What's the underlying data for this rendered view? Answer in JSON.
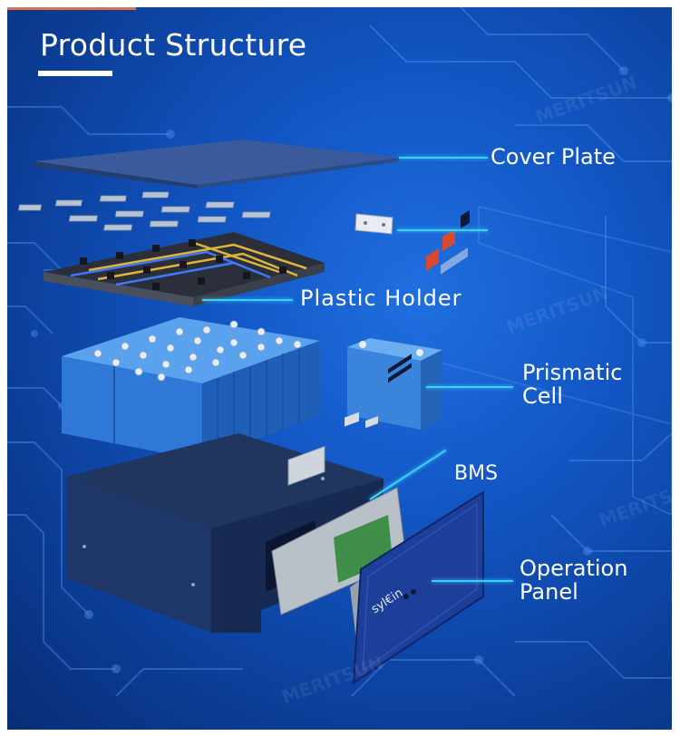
{
  "title": "Product Structure",
  "colors": {
    "background": "#1256c4",
    "leader_line": "#39d2ff",
    "text": "#ffffff",
    "accent": "#d9744a"
  },
  "labels": {
    "cover_plate": "Cover Plate",
    "plastic_holder": "Plastic Holder",
    "prismatic_cell_line1": "Prismatic",
    "prismatic_cell_line2": "Cell",
    "bms": "BMS",
    "operation_panel_line1": "Operation",
    "operation_panel_line2": "Panel"
  },
  "panel_brand": "syl€in",
  "watermark": "MERITSUN"
}
